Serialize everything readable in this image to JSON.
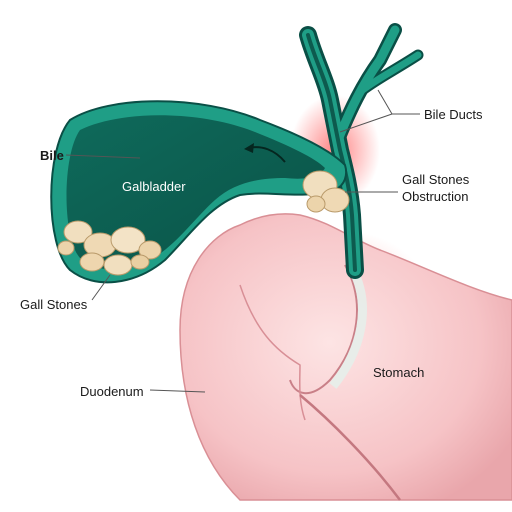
{
  "labels": {
    "bile": "Bile",
    "gallbladder": "Galbladder",
    "gall_stones": "Gall Stones",
    "bile_ducts": "Bile Ducts",
    "obstruction_line1": "Gall Stones",
    "obstruction_line2": "Obstruction",
    "stomach": "Stomach",
    "duodenum": "Duodenum"
  },
  "colors": {
    "gallbladder_wall": "#1f9e86",
    "gallbladder_dark": "#0a4f46",
    "bile_fill": "#127a67",
    "stone": "#f1dfbf",
    "stomach": "#f6c8cc",
    "inflammation": "#ff6b6b"
  }
}
